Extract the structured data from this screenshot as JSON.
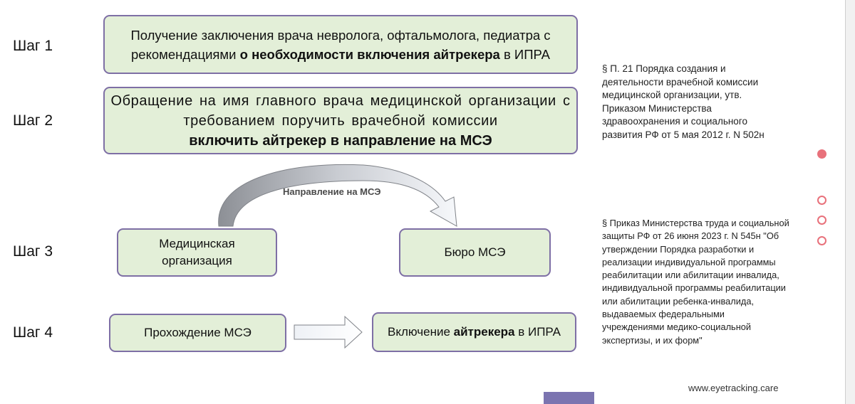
{
  "steps": {
    "step1": "Шаг 1",
    "step2": "Шаг 2",
    "step3": "Шаг 3",
    "step4": "Шаг 4"
  },
  "box1": {
    "line1": "Получение заключения врача невролога, офтальмолога, педиатра с",
    "line2_pre": "рекомендациями ",
    "line2_bold": "о необходимости включения айтрекера",
    "line2_post": " в ИПРА"
  },
  "box2": {
    "line1": "Обращение на имя главного врача медицинской организации с",
    "line2": "требованием поручить врачебной комиссии",
    "line3_bold": "включить айтрекер в направление на МСЭ"
  },
  "box3": {
    "line1": "Медицинская",
    "line2": "организация"
  },
  "box4": {
    "text": "Бюро МСЭ"
  },
  "box5": {
    "text": "Прохождение МСЭ"
  },
  "box6": {
    "pre": "Включение ",
    "bold": "айтрекера",
    "post": " в ИПРА"
  },
  "arrow_label": "Направление на МСЭ",
  "note1": [
    "§ П. 21 Порядка создания и",
    "деятельности врачебной комиссии",
    "медицинской организации, утв.",
    "Приказом Министерства",
    "здравоохранения и социального",
    "развития РФ от 5 мая 2012 г. N 502н"
  ],
  "note2": [
    "§ Приказ Министерства труда и социальной",
    "защиты РФ от 26 июня 2023 г. N 545н \"Об",
    "утверждении Порядка разработки и",
    "реализации индивидуальной программы",
    "реабилитации или абилитации инвалида,",
    "индивидуальной программы реабилитации",
    "или абилитации ребенка-инвалида,",
    "выдаваемых федеральными",
    "учреждениями медико-социальной",
    "экспертизы, и их форм\""
  ],
  "footer_url": "www.eyetracking.care",
  "colors": {
    "box_fill": "#e3efd8",
    "box_border": "#7e6fa5",
    "dot": "#e8717b",
    "bar": "#7b74b0"
  }
}
